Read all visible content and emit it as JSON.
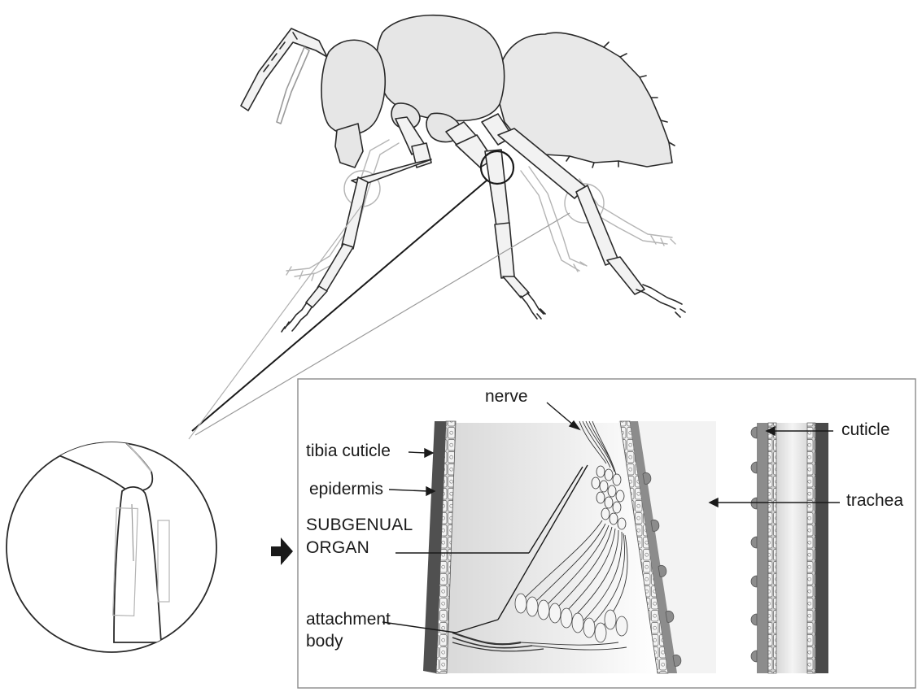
{
  "diagram": {
    "labels": {
      "nerve": "nerve",
      "tibia_cuticle": "tibia cuticle",
      "epidermis": "epidermis",
      "subgenual_line1": "SUBGENUAL",
      "subgenual_line2": "ORGAN",
      "attachment_line1": "attachment",
      "attachment_line2": "body",
      "cuticle": "cuticle",
      "trachea": "trachea"
    },
    "colors": {
      "outline": "#2a2a2a",
      "body_fill": "#e6e6e6",
      "ghost_leg": "#b8b8b8",
      "cuticle_dark": "#505050",
      "cuticle_grey": "#8c8c8c",
      "cell_fill": "#f3f3f3",
      "lumen_shade": "#dcdcdc",
      "panel_border": "#8a8a8a"
    },
    "icons": [
      "right-arrow-icon"
    ]
  }
}
